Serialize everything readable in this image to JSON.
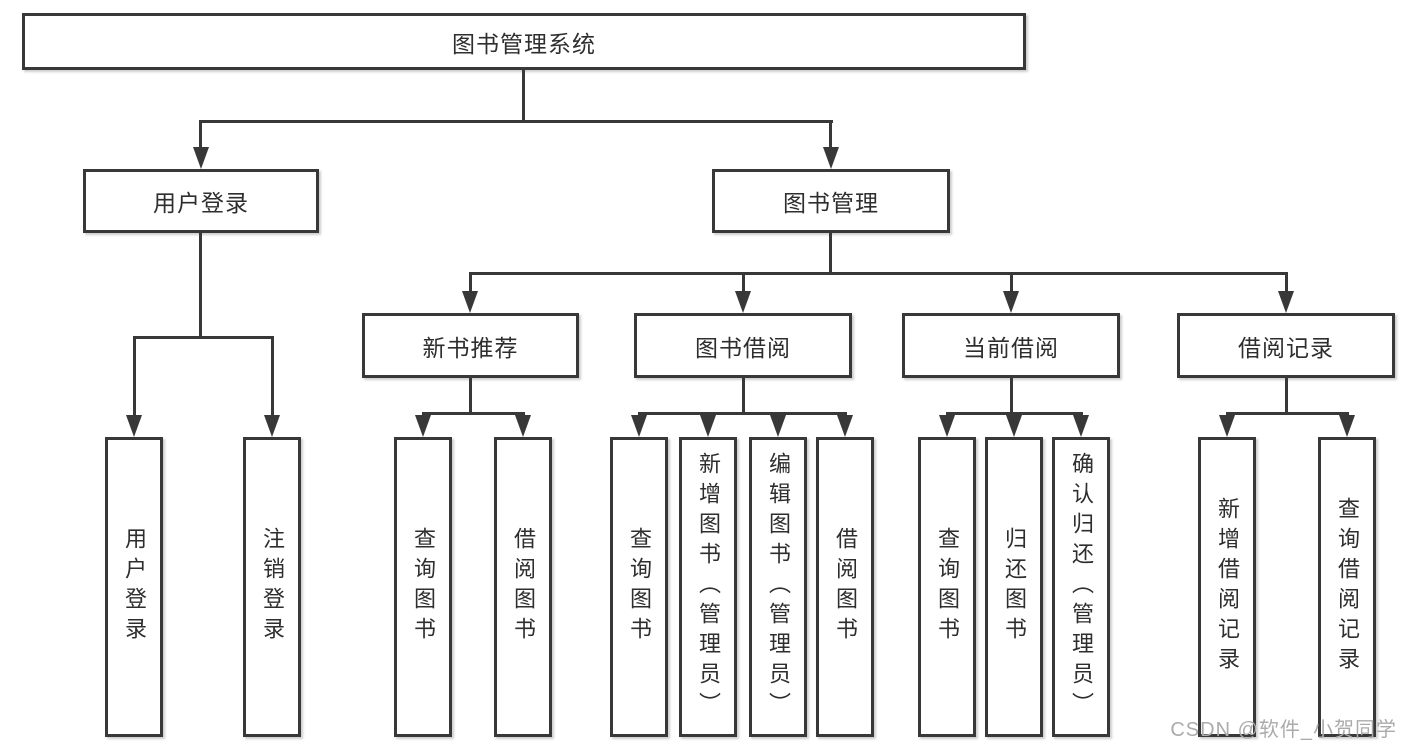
{
  "title": "图书管理系统",
  "level2": {
    "userLogin": "用户登录",
    "bookMgmt": "图书管理"
  },
  "level3": {
    "newBooks": "新书推荐",
    "bookBorrow": "图书借阅",
    "currentBorrow": "当前借阅",
    "borrowRecords": "借阅记录"
  },
  "leaves": {
    "userLogin": [
      "用户登录",
      "注销登录"
    ],
    "newBooks": [
      "查询图书",
      "借阅图书"
    ],
    "bookBorrow": [
      "查询图书",
      "新增图书（管理员）",
      "编辑图书（管理员）",
      "借阅图书"
    ],
    "currentBorrow": [
      "查询图书",
      "归还图书",
      "确认归还（管理员）"
    ],
    "borrowRecords": [
      "新增借阅记录",
      "查询借阅记录"
    ]
  },
  "watermark": "CSDN @软件_小贺同学",
  "colors": {
    "line": "#383838",
    "text": "#2e2e2e",
    "watermark": "#ababab",
    "background": "#ffffff"
  }
}
